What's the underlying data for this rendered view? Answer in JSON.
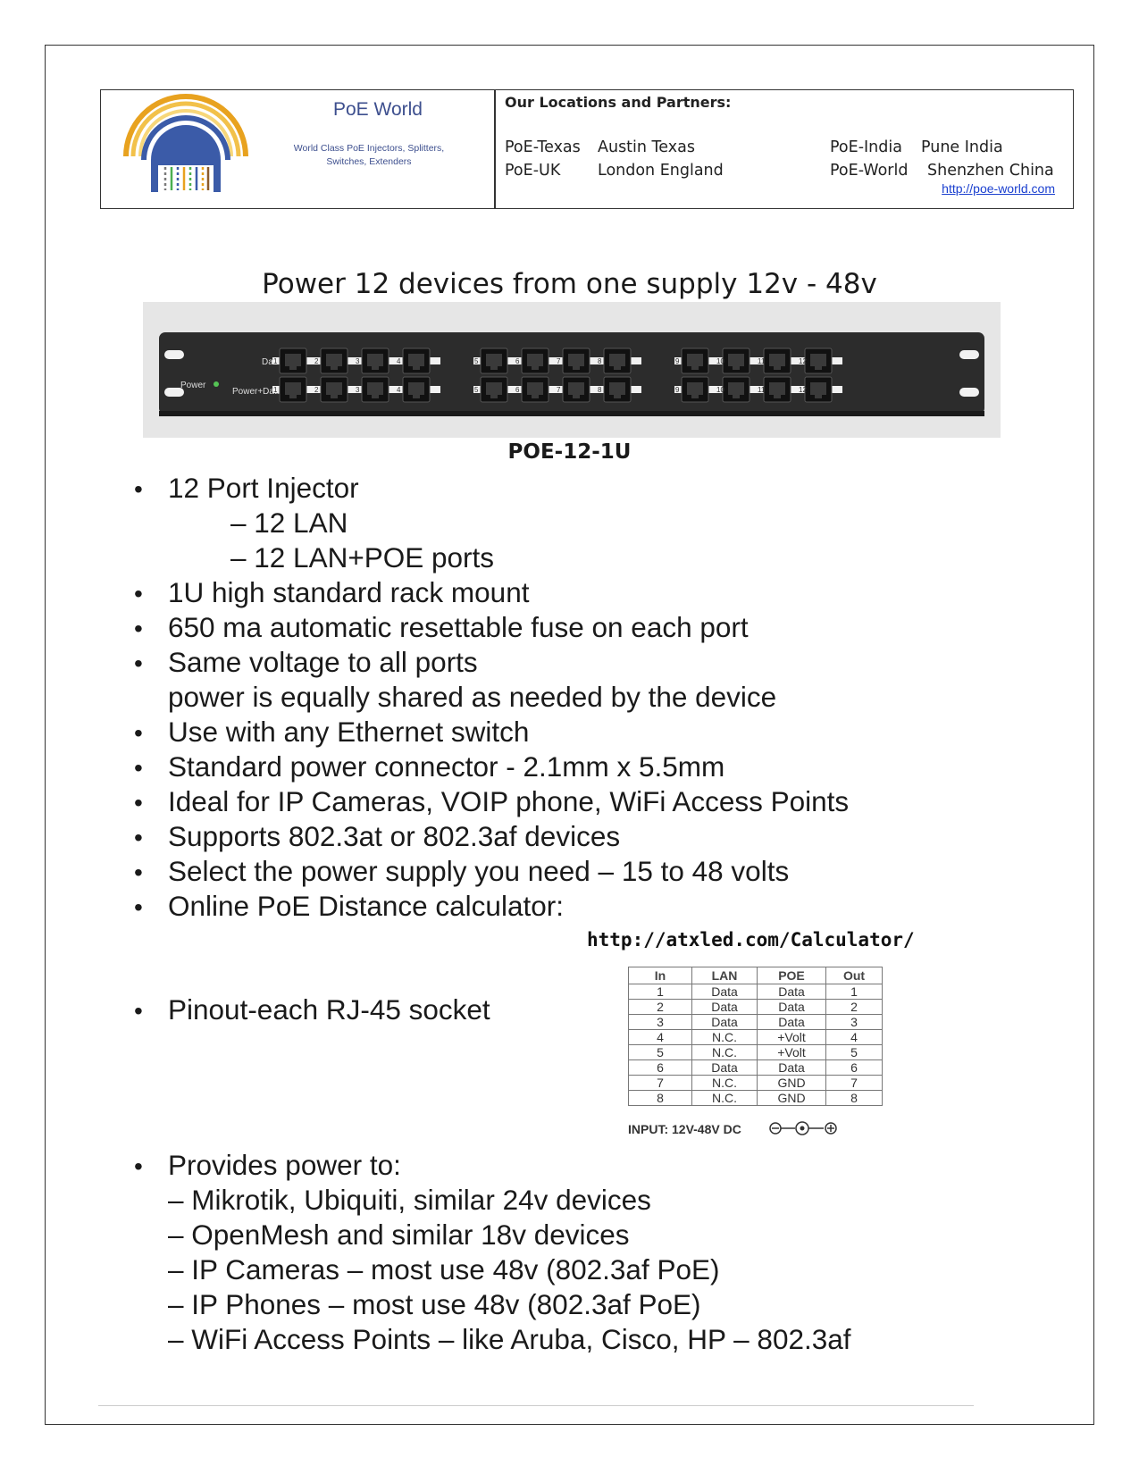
{
  "header": {
    "brand_name": "PoE World",
    "tagline_line1": "World Class PoE Injectors, Splitters,",
    "tagline_line2": "Switches, Extenders",
    "partners_title": "Our Locations and Partners:",
    "locations": [
      {
        "name": "PoE-Texas",
        "place": "Austin Texas"
      },
      {
        "name": "PoE-UK",
        "place": "London England"
      },
      {
        "name": "PoE-India",
        "place": "Pune India"
      },
      {
        "name": "PoE-World",
        "place": "Shenzhen China"
      }
    ],
    "website": "http://poe-world.com"
  },
  "title": "Power 12 devices from one supply 12v - 48v",
  "product": {
    "model": "POE-12-1U",
    "panel_labels": {
      "power": "Power",
      "data": "Data",
      "power_data": "Power+Data"
    },
    "port_numbers": [
      "1",
      "2",
      "3",
      "4",
      "5",
      "6",
      "7",
      "8",
      "9",
      "10",
      "11",
      "12"
    ]
  },
  "features": {
    "injector": "12 Port Injector",
    "injector_sub1": "– 12 LAN",
    "injector_sub2": "– 12 LAN+POE ports",
    "rack": "1U high standard rack mount",
    "fuse": "650 ma automatic resettable fuse on each port",
    "voltage": "Same voltage to all ports",
    "voltage_note": "power is equally shared as needed by the device",
    "switch": "Use with any Ethernet switch",
    "connector": "Standard power connector - 2.1mm x 5.5mm",
    "ideal": "Ideal for IP Cameras, VOIP phone, WiFi Access Points",
    "supports": "Supports 802.3at or 802.3af devices",
    "select": "Select the power supply you need  – 15 to 48 volts",
    "calculator": "Online PoE Distance calculator:",
    "calculator_url": "http://atxled.com/Calculator/",
    "pinout": "Pinout-each RJ-45 socket",
    "provides": "Provides power to:",
    "provides_list": [
      "– Mikrotik, Ubiquiti, similar 24v devices",
      "– OpenMesh and similar 18v devices",
      "– IP Cameras – most use 48v  (802.3af PoE)",
      "– IP Phones – most use 48v   (802.3af  PoE)",
      "– WiFi Access Points – like Aruba, Cisco, HP – 802.3af"
    ]
  },
  "pinout_table": {
    "headers": [
      "In",
      "LAN",
      "POE",
      "Out"
    ],
    "rows": [
      [
        "1",
        "Data",
        "Data",
        "1"
      ],
      [
        "2",
        "Data",
        "Data",
        "2"
      ],
      [
        "3",
        "Data",
        "Data",
        "3"
      ],
      [
        "4",
        "N.C.",
        "+Volt",
        "4"
      ],
      [
        "5",
        "N.C.",
        "+Volt",
        "5"
      ],
      [
        "6",
        "Data",
        "Data",
        "6"
      ],
      [
        "7",
        "N.C.",
        "GND",
        "7"
      ],
      [
        "8",
        "N.C.",
        "GND",
        "8"
      ]
    ],
    "input_label": "INPUT: 12V-48V  DC"
  }
}
